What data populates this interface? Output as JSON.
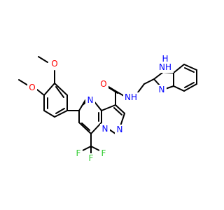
{
  "structure": {
    "atoms": {
      "o_methoxy_top": "O",
      "o_methoxy_left": "O",
      "o_carbonyl": "O",
      "nh_amide": "NH",
      "nh_benzimidazole": "NH",
      "h_benzimidazole": "H",
      "n_benzimidazole": "N",
      "n_pyrimidine": "N",
      "n_bridge": "N",
      "n_pyrazole": "N",
      "f_top": "F",
      "f_left": "F",
      "f_right": "F"
    },
    "colors": {
      "carbon_bond": "#000000",
      "oxygen": "#ff0000",
      "nitrogen": "#0000ff",
      "fluorine": "#33cc33",
      "background": "#ffffff"
    }
  }
}
